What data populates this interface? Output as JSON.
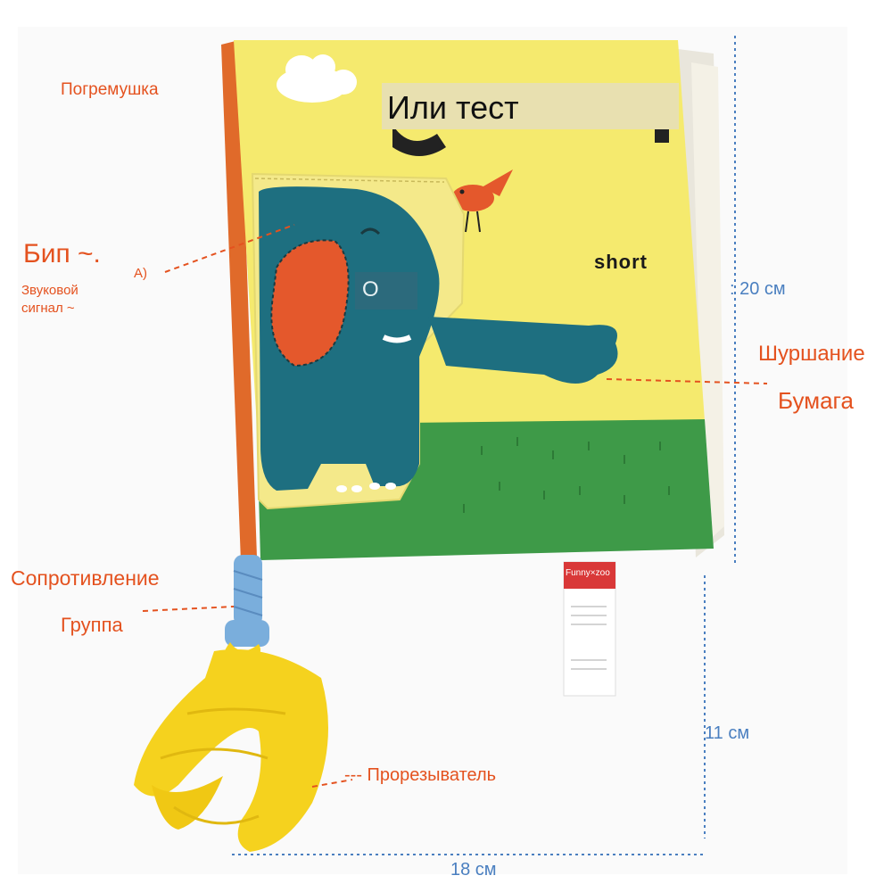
{
  "cover": {
    "title_overlay": "Или тест",
    "word": "short",
    "eye_label": "O"
  },
  "labels": {
    "rattle": "Погремушка",
    "beep": "Бип ~.",
    "beep_a": "A)",
    "beep_sub": "Звуковой\nсигнал ~",
    "rustle": "Шуршание",
    "paper": "Бумага",
    "resistance": "Сопротивление",
    "group": "Группа",
    "teether": "--- Прорезыватель"
  },
  "dimensions": {
    "book_height": ": 20 см",
    "teether_length": "11 см",
    "width": "18 см"
  },
  "tag": {
    "brand": "Funny×zoo"
  },
  "colors": {
    "label": "#e4521f",
    "dimension": "#4a7fc0",
    "cover_yellow": "#f5ea6e",
    "grass": "#3e9a48",
    "elephant": "#1e6f80",
    "ear": "#e4582c",
    "spine": "#e06a2a",
    "teether": "#f5d21e",
    "strap": "#7aaedc"
  }
}
